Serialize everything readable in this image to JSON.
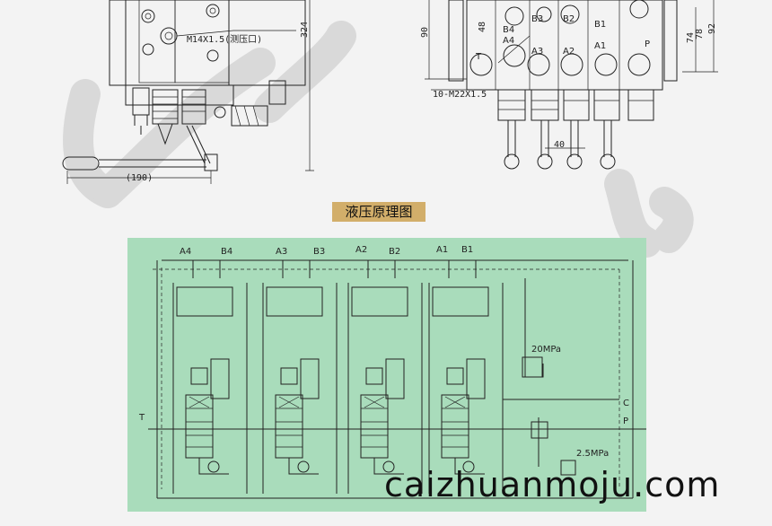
{
  "section_title": "液压原理图",
  "watermark": "caizhuanmoju.com",
  "drawing_left": {
    "thread_callout": "M14X1.5(测压口)",
    "dim_height": "324",
    "dim_handle": "(190)"
  },
  "drawing_right": {
    "port_labels": [
      "T",
      "B4",
      "A4",
      "B3",
      "A3",
      "B2",
      "A2",
      "B1",
      "A1",
      "P"
    ],
    "dim_left": "90",
    "dim_48": "48",
    "dim_74": "74",
    "dim_78": "78",
    "dim_92": "92",
    "dim_40": "40",
    "thread_callout": "10-M22X1.5"
  },
  "schematic": {
    "top_ports": [
      "A4",
      "B4",
      "A3",
      "B3",
      "A2",
      "B2",
      "A1",
      "B1"
    ],
    "side_T": "T",
    "side_P": "P",
    "side_C": "C",
    "relief_main": "20MPa",
    "relief_aux": "2.5MPa"
  },
  "colors": {
    "schematic_bg": "#a9dcbb",
    "title_bg": "#d2ae6a"
  }
}
